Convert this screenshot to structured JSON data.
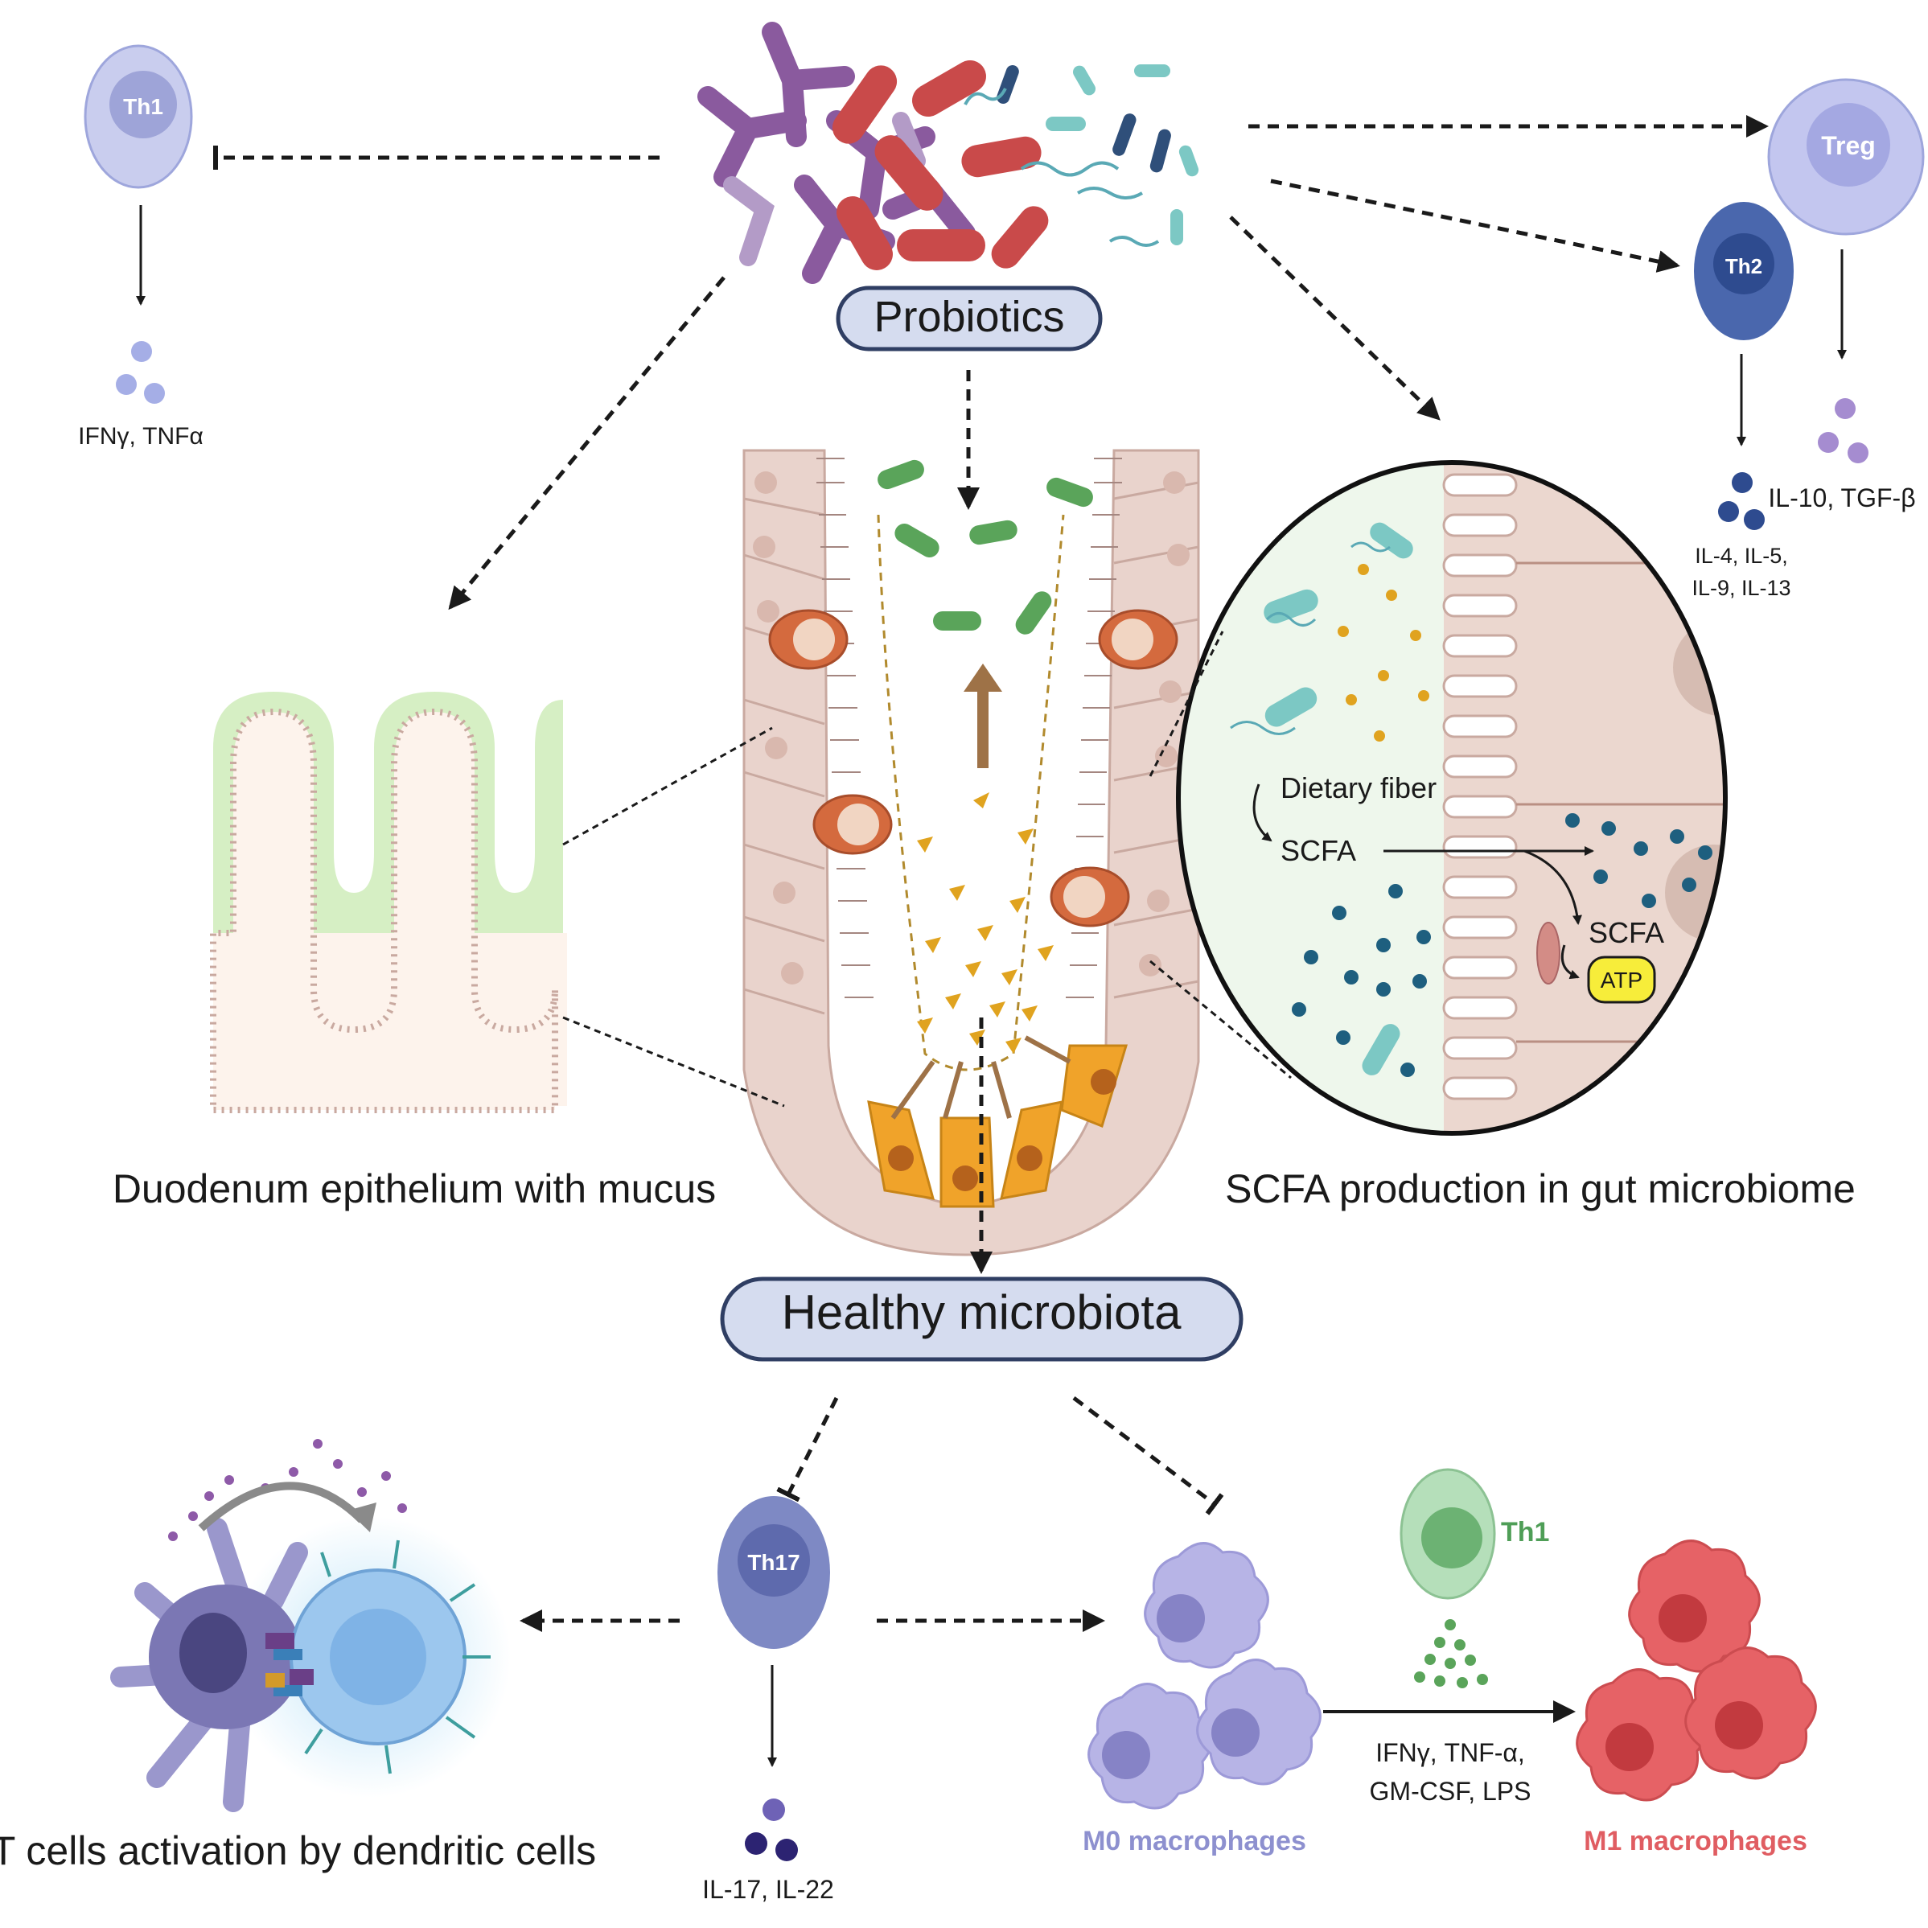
{
  "labels": {
    "probiotics": "Probiotics",
    "healthy_microbiota": "Healthy microbiota",
    "duodenum": "Duodenum epithelium with mucus",
    "scfa_production": "SCFA production in gut microbiome",
    "t_activation": "T cells activation by dendritic cells",
    "dietary_fiber": "Dietary fiber",
    "scfa_1": "SCFA",
    "scfa_2": "SCFA",
    "atp": "ATP"
  },
  "cells": {
    "th1_top": "Th1",
    "treg": "Treg",
    "th2": "Th2",
    "th17": "Th17",
    "th1_bottom": "Th1"
  },
  "cytokines": {
    "th1_top": "IFNγ, TNFα",
    "treg": "IL-10, TGF-β",
    "th2_line1": "IL-4, IL-5,",
    "th2_line2": "IL-9, IL-13",
    "th17": "IL-17, IL-22",
    "m1_line1": "IFNγ, TNF-α,",
    "m1_line2": "GM-CSF, LPS"
  },
  "macrophages": {
    "m0": "M0 macrophages",
    "m1": "M1 macrophages"
  },
  "colors": {
    "pill_fill": "#d5dcef",
    "pill_stroke": "#2f3e63",
    "bacteria_red": "#c94a4a",
    "bacteria_purple": "#8a5a9e",
    "bacteria_green": "#5aa45a",
    "scfa_orange": "#e0a31f",
    "m0_purple": "#b7b4e6",
    "m1_red": "#e66266",
    "th1_green": "#4f9e57",
    "th2_blue": "#3f5fa8",
    "treg_lavender": "#b3b6ea"
  }
}
